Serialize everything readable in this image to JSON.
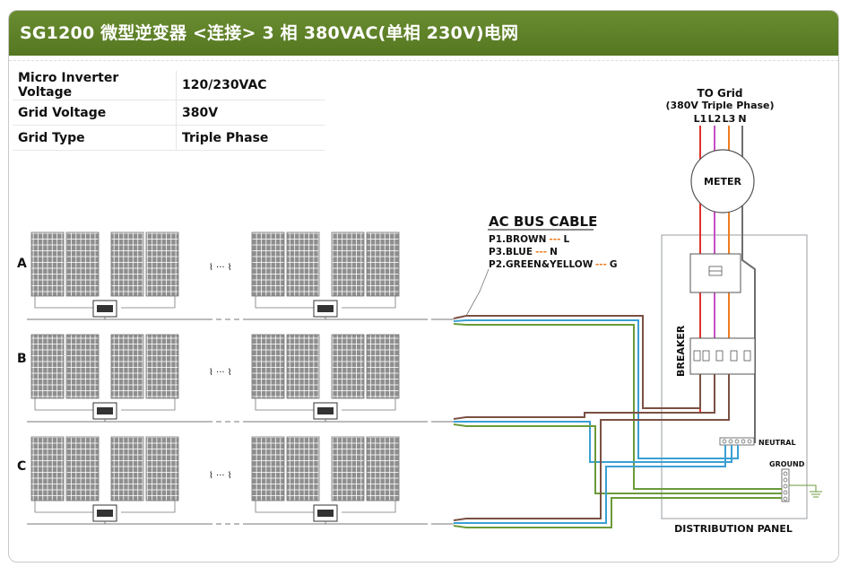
{
  "header": {
    "title": "SG1200 微型逆变器 <连接> 3 相 380VAC(单相 230V)电网"
  },
  "spec_table": [
    {
      "label": "Micro Inverter Voltage",
      "value": "120/230VAC"
    },
    {
      "label": "Grid  Voltage",
      "value": "380V"
    },
    {
      "label": "Grid Type",
      "value": "Triple Phase"
    }
  ],
  "diagram": {
    "rows": [
      {
        "label": "A"
      },
      {
        "label": "B"
      },
      {
        "label": "C"
      }
    ],
    "ellipsis": "⌇ ··· ⌇",
    "ac_bus_cable": {
      "title": "AC BUS CABLE",
      "pins": [
        {
          "pin": "P1.BROWN",
          "dash": "---",
          "signal": "L"
        },
        {
          "pin": "P3.BLUE",
          "dash": "---",
          "signal": "N"
        },
        {
          "pin": "P2.GREEN&YELLOW",
          "dash": "---",
          "signal": "G"
        }
      ]
    },
    "grid": {
      "title": "TO Grid",
      "subtitle": "(380V Triple Phase)",
      "phases": [
        "L1",
        "L2",
        "L3",
        "N"
      ]
    },
    "meter_label": "METER",
    "breaker_label": "BREAKER",
    "neutral_label": "NEUTRAL",
    "ground_label": "GROUND",
    "panel_label": "DISTRIBUTION PANEL",
    "colors": {
      "header": "#5e8128",
      "brown": "#7a5144",
      "blue": "#3aa0d4",
      "green": "#6a9a3a",
      "red": "#e0312d",
      "magenta": "#c64fc4",
      "orange": "#ee7d22",
      "gray": "#6e6e6e",
      "panel": "#9a9ea3"
    }
  }
}
